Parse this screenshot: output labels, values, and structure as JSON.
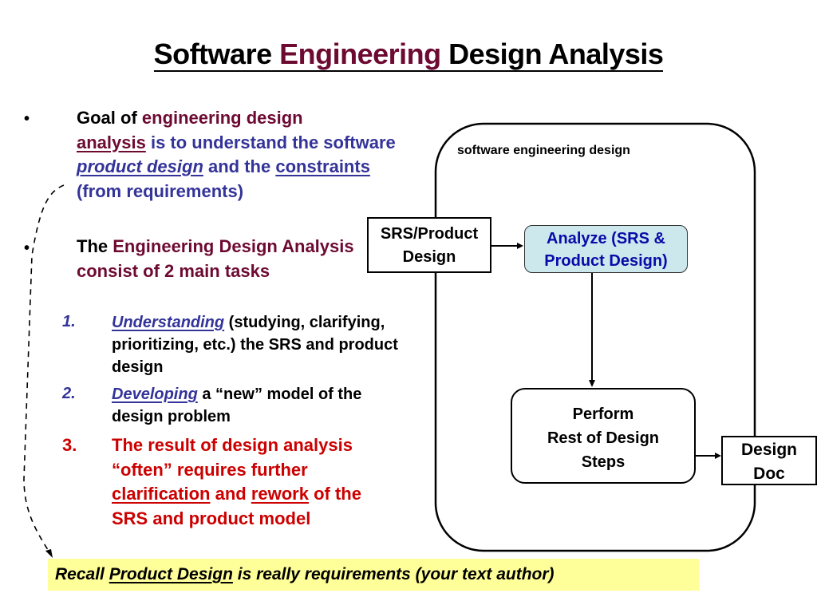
{
  "title": {
    "part1": "Software ",
    "part2": "Engineering",
    "part3": " Design Analysis"
  },
  "bullets": [
    {
      "symbol": "•",
      "segments": [
        {
          "text": "Goal of ",
          "style": "black"
        },
        {
          "text": "engineering design",
          "style": "maroon"
        },
        {
          "text": "analysis",
          "style": "maroon-underline"
        },
        {
          "text": " is to understand the software ",
          "style": "blue"
        },
        {
          "text": "product design",
          "style": "blue-italic-underline"
        },
        {
          "text": " and the ",
          "style": "blue"
        },
        {
          "text": "constraints",
          "style": "blue-underline"
        },
        {
          "text": " (from requirements)",
          "style": "blue"
        }
      ]
    },
    {
      "symbol": "•",
      "segments": [
        {
          "text": "The ",
          "style": "black"
        },
        {
          "text": "Engineering Design Analysis consist of 2 main tasks",
          "style": "maroon"
        }
      ]
    }
  ],
  "sub_items": [
    {
      "number": "1.",
      "lead": "Understanding",
      "rest": " (studying, clarifying, prioritizing, etc.) the SRS and product design"
    },
    {
      "number": "2.",
      "lead": "Developing",
      "rest_a": " a ",
      "quote_open": "“",
      "quoted": "new",
      "quote_close": "”",
      "rest_b": " model of the design problem"
    },
    {
      "number": "3.",
      "line1": "The result of design analysis ",
      "quote_open": "“",
      "quoted": "often",
      "quote_close": "”",
      "line1b": " requires further ",
      "clarification": "clarification",
      "and": " and ",
      "rework": "rework",
      "tail": " of the SRS and product model"
    }
  ],
  "diagram": {
    "container_label": "software engineering design",
    "srs_box": {
      "line1": "SRS/Product",
      "line2": "Design"
    },
    "analyze_box": {
      "line1": "Analyze (SRS &",
      "line2": "Product Design)"
    },
    "perform_box": {
      "line1": "Perform",
      "line2": "Rest of Design",
      "line3": "Steps"
    },
    "design_doc_box": {
      "line1": "Design",
      "line2": "Doc"
    }
  },
  "recall": {
    "prefix": "Recall ",
    "link": "Product Design",
    "suffix": " is really requirements (your text author)"
  },
  "colors": {
    "maroon": "#6d0a32",
    "blue": "#333399",
    "red": "#cc0000",
    "analyze_fill": "#cce8ec",
    "analyze_text": "#0a0aa8",
    "recall_bg": "#ffff99"
  }
}
